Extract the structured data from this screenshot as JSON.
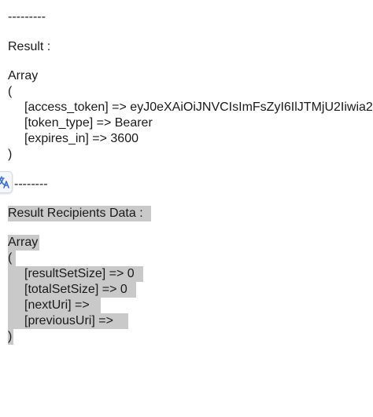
{
  "output": {
    "separator_1": "---------",
    "result_label": "Result :",
    "array_label": "Array",
    "open_paren": "(",
    "access_token_line": "[access_token] => eyJ0eXAiOiJNVCIsImFsZyI6IlJTMjU2Iiwia2",
    "token_type_line": "[token_type] => Bearer",
    "expires_in_line": "[expires_in] => 3600",
    "close_paren": ")",
    "separator_2": "--------",
    "recipients_label": "Result Recipients Data : ",
    "array_label_2": "Array",
    "open_paren_2": "(",
    "result_set_size_line": "[resultSetSize] => 0",
    "total_set_size_line": "[totalSetSize] => 0",
    "next_uri_line": "[nextUri] => ",
    "previous_uri_line": "[previousUri] => ",
    "close_paren_2": ")"
  },
  "translate_button": {
    "icon": "translate-icon",
    "accent_color": "#3a6fd8"
  },
  "colors": {
    "selection_highlight": "#c9c9c9",
    "text": "#1a1a1a"
  }
}
